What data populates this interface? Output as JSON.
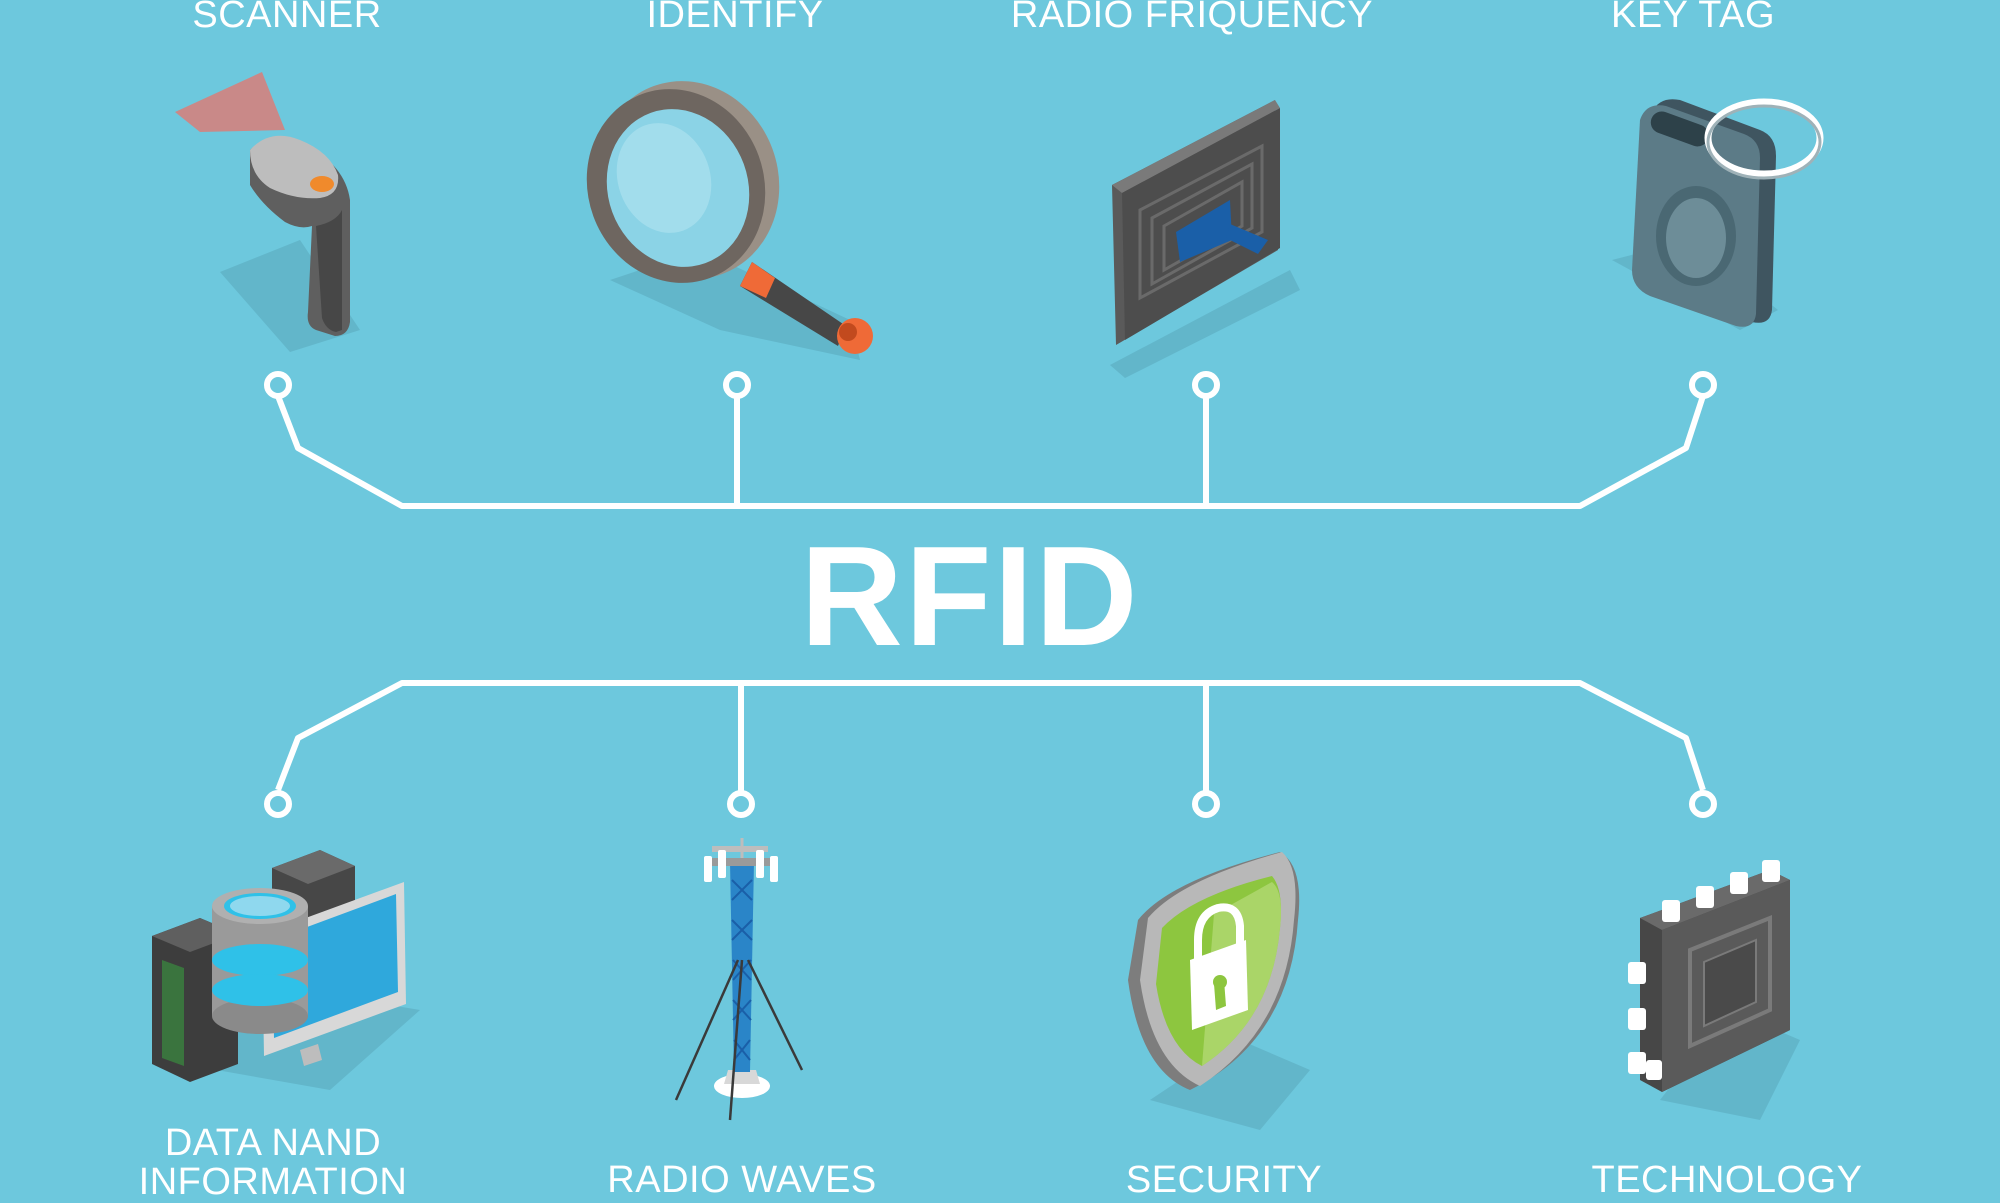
{
  "title": "RFID",
  "top_items": [
    {
      "label": "SCANNER",
      "icon": "barcode-scanner-icon"
    },
    {
      "label": "IDENTIFY",
      "icon": "magnifying-glass-icon"
    },
    {
      "label": "RADIO FRIQUENCY",
      "icon": "rfid-antenna-chip-icon"
    },
    {
      "label": "KEY TAG",
      "icon": "key-tag-icon"
    }
  ],
  "bottom_items": [
    {
      "label_line1": "DATA NAND",
      "label_line2": "INFORMATION",
      "icon": "server-computer-icon"
    },
    {
      "label": "RADIO WAVES",
      "icon": "radio-tower-icon"
    },
    {
      "label": "SECURITY",
      "icon": "security-shield-lock-icon"
    },
    {
      "label": "TECHNOLOGY",
      "icon": "microchip-icon"
    }
  ],
  "colors": {
    "background": "#6dc8dd",
    "connector": "#ffffff",
    "accent_orange": "#ef6a37",
    "accent_blue": "#1a5fa8",
    "accent_green": "#8dc63f"
  }
}
